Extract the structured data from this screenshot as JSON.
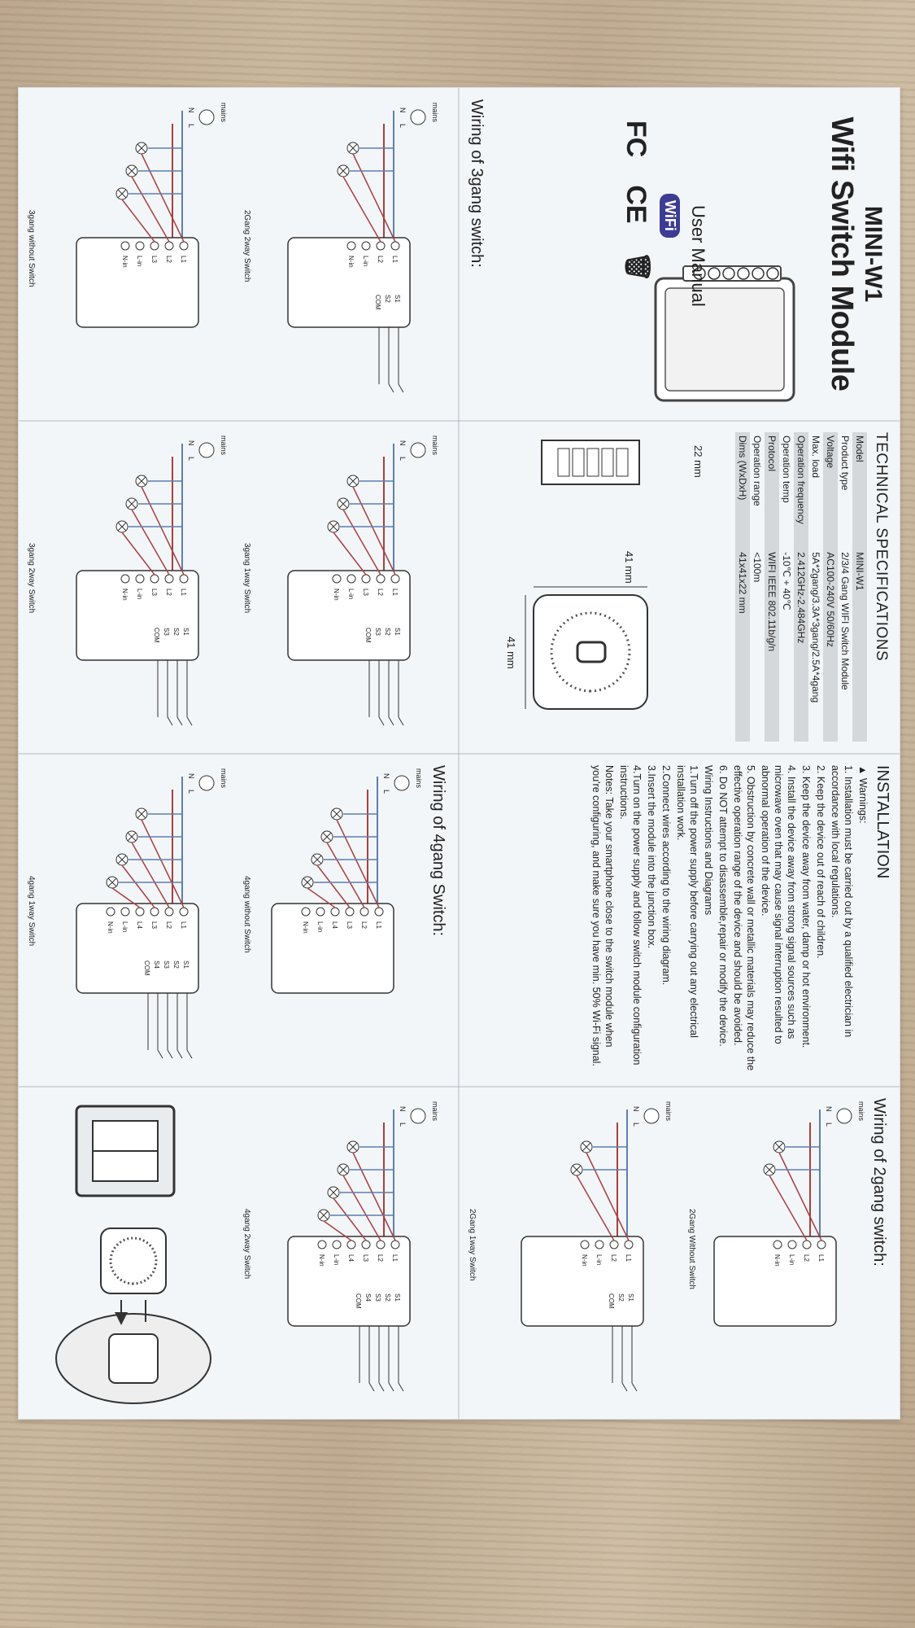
{
  "header": {
    "model": "MINI-W1",
    "title": "Wifi Switch Module",
    "subtitle": "User Manual",
    "wifi_badge": "WiFi",
    "certifications": [
      "FC",
      "CE"
    ]
  },
  "specs": {
    "title": "TECHNICAL SPECIFICATIONS",
    "rows": [
      [
        "Model",
        "MINI-W1"
      ],
      [
        "Product type",
        "2/3/4 Gang WIFI Switch Module"
      ],
      [
        "Voltage",
        "AC100-240V 50/60Hz"
      ],
      [
        "Max. load",
        "5A*2gang/3.3A*3gang/2.5A*4gang"
      ],
      [
        "Operation frequency",
        "2.412GHz-2.484GHz"
      ],
      [
        "Operation temp",
        "-10℃ + 40℃"
      ],
      [
        "Protocol",
        "WIFI IEEE 802.11b/g/n"
      ],
      [
        "Operation range",
        "<100m"
      ],
      [
        "Dims (WxDxH)",
        "41x41x22 mm"
      ]
    ],
    "dims": {
      "depth": "22 mm",
      "width": "41 mm",
      "height": "41 mm"
    }
  },
  "installation": {
    "title": "INSTALLATION",
    "warning_heading": "▲ Warnings:",
    "items": [
      "1. Installation must be carried out by a qualified electrician in accordance with local regulations.",
      "2. Keep the device out of reach of children.",
      "3. Keep the device away from water, damp or hot environment.",
      "4. Install the device away from strong signal sources such as microwave oven that may cause signal interruption resulted to abnormal operation of the device.",
      "5. Obstruction by concrete wall or metallic materials may reduce the effective operation range of the device and should be avoided.",
      "6. Do NOT attempt to disassemble,repair or modify the device."
    ],
    "wiring_heading": "Wiring Instructions and Diagrams",
    "wiring_steps": [
      "1.Turn off the power supply before carrying out any electrical installation work.",
      "2.Connect wires according to the wiring diagram.",
      "3.Insert the module into the junction box.",
      "4.Turn on the power supply and follow switch module configuration instructions."
    ],
    "notes": "Notes: Take your smartphone close to the switch module when you're configuring, and make sure you have min. 50% Wi-Fi signal."
  },
  "sections": {
    "two_gang": "Wiring of 2gang switch:",
    "three_gang": "Wiring of 3gang switch:",
    "four_gang": "Wiring of 4gang Switch:"
  },
  "diagrams": {
    "mains": "mains",
    "n": "N",
    "l": "L",
    "captions": {
      "2g_noswitch": "2Gang Without Switch",
      "2g_1way": "2Gang 1way Switch",
      "2g_2way": "2Gang 2way Switch",
      "3g_noswitch": "3gang without Switch",
      "3g_1way": "3gang 1way Switch",
      "3g_2way": "3gang 2way Switch",
      "4g_noswitch": "4gang without Switch",
      "4g_1way": "4gang 1way Switch",
      "4g_2way": "4gang 2way Switch"
    },
    "terminals": {
      "l1": "L1",
      "l2": "L2",
      "l3": "L3",
      "l4": "L4",
      "lin": "L-in",
      "nin": "N-in",
      "s1": "S1",
      "s2": "S2",
      "s3": "S3",
      "s4": "S4",
      "com": "COM"
    }
  },
  "colors": {
    "live": "#a8403f",
    "neutral": "#5c7fb0",
    "line": "#333333",
    "paper": "#f3f6f8"
  }
}
